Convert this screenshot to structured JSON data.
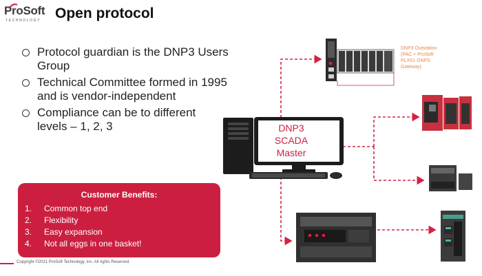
{
  "logo": {
    "text": "ProSoft",
    "tagline": "TECHNOLOGY"
  },
  "title": "Open protocol",
  "bullets": [
    "Protocol guardian is the DNP3 Users Group",
    "Technical Committee formed in 1995 and is vendor-independent",
    "Compliance can be to different levels – 1, 2, 3"
  ],
  "benefits": {
    "heading": "Customer Benefits:",
    "items": [
      {
        "num": "1.",
        "text": "Common top end"
      },
      {
        "num": "2.",
        "text": "Flexibility"
      },
      {
        "num": "3.",
        "text": "Easy expansion"
      },
      {
        "num": "4.",
        "text": "Not all eggs in one basket!"
      }
    ]
  },
  "master": {
    "line1": "DNP3",
    "line2": "SCADA",
    "line3": "Master"
  },
  "outstation": {
    "line1": "DNP3 Outstation",
    "line2": "(PAC + ProSoft",
    "line3": "PLX51-DNPS",
    "line4": "Gateway)"
  },
  "footer": "Copyright ©2021 ProSoft Technology, Inc. All rights Reserved.",
  "colors": {
    "accent": "#cc1f40",
    "outstation_label": "#e8864a"
  }
}
